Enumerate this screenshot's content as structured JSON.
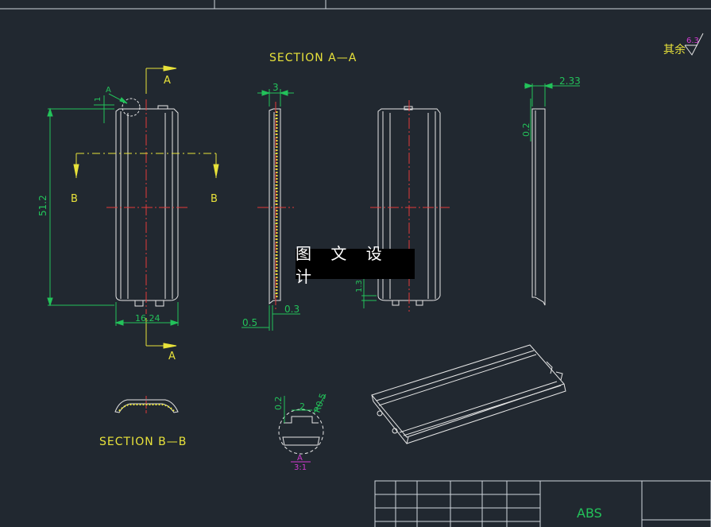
{
  "labels": {
    "section_aa": "SECTION A—A",
    "section_bb": "SECTION B—B",
    "cut_a": "A",
    "cut_b": "B",
    "detail_ref": "A",
    "detail_scale": "3:1",
    "roughness_prefix": "其余",
    "roughness_value": "6.3",
    "material": "ABS",
    "watermark": "图 文 设 计"
  },
  "dimensions": {
    "height": "51.2",
    "width": "16.24",
    "dim_1": "1",
    "thickness": "3",
    "bottom_a": "0.5",
    "bottom_b": "0.3",
    "top_offset": "2.33",
    "side_gap": "0.2",
    "dim_1_3": "1.3",
    "detail_02": "0.2",
    "detail_2": "2",
    "detail_r": "R0.5"
  },
  "colors": {
    "background": "#212830",
    "outline": "#e6e6e6",
    "dimension": "#23c25a",
    "label": "#e8e23a",
    "centerline": "#e23a3a",
    "magenta": "#d23ad2",
    "frame": "#cfd6dd"
  }
}
